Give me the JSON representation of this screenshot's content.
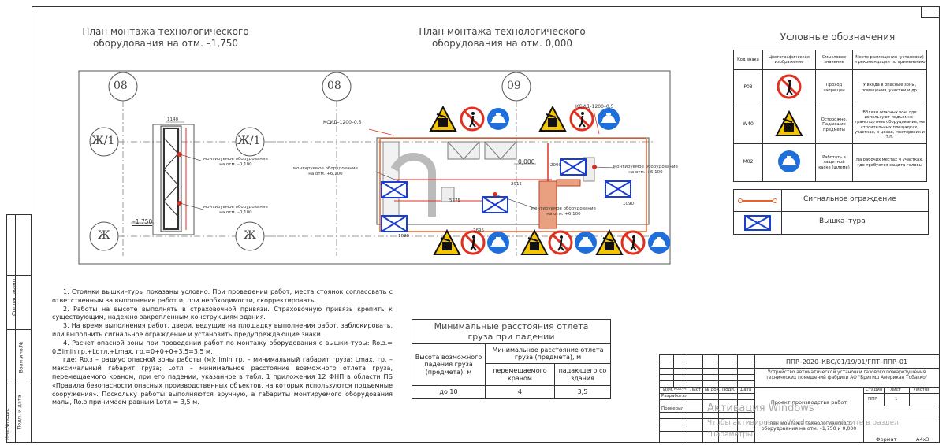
{
  "plan_left_title": [
    "План монтажа технологического",
    "оборудования на отм. –1,750"
  ],
  "plan_right_title": [
    "План монтажа технологического",
    "оборудования на отм. 0,000"
  ],
  "axes": {
    "a08_left": "08",
    "a08": "08",
    "a09": "09",
    "zh1_left": "Ж/1",
    "zh1": "Ж/1",
    "zh_left": "Ж",
    "zh": "Ж"
  },
  "plan_labels": {
    "dim_1140": "1140",
    "mount_1": [
      "монтируемое оборудование",
      "на отм. –0,100"
    ],
    "mount_2": [
      "монтируемое оборудование",
      "на отм. –0,100"
    ],
    "mount_3": [
      "монтируемое оборудование",
      "на отм. +6,100"
    ],
    "mount_4": [
      "монтируемое оборудование",
      "на отм. +6,100"
    ],
    "mount_5": [
      "монтируемое оборудование",
      "на отм. +6,100"
    ],
    "level_neg": "–1,750",
    "level_zero": "0,000",
    "ksid_1": "КСИД–1200–0,5",
    "ksid_2": "КСИД–1200–0,5",
    "dims": [
      "2915",
      "2090",
      "5275",
      "1690",
      "1090",
      "7695"
    ]
  },
  "legend": {
    "title": "Условные обозначения",
    "headers": [
      "Код знака",
      "Цветографическое изображение",
      "Смысловое значение",
      "Место размещения (установки) и рекомендации по применению"
    ],
    "rows": [
      {
        "code": "P03",
        "meaning": "Проход запрещен",
        "place": "У входа в опасные зоны, помещения, участки и др.",
        "icon": "no-entry-icon"
      },
      {
        "code": "W40",
        "meaning": "Осторожно. Падающие предметы",
        "place": "Вблизи опасных зон, где используют подъемно–транспортное оборудование, на строительных площадках, участках, в цехах, мастерских и т.п.",
        "icon": "falling-objects-icon"
      },
      {
        "code": "M02",
        "meaning": "Работать в защитной каске (шлеме)",
        "place": "На рабочих местах и участках, где требуется защита головы",
        "icon": "helmet-icon"
      }
    ],
    "fence_label": "Сигнальное ограждение",
    "tower_label": "Вышка–тура"
  },
  "notes": [
    "1. Стоянки вышки–туры показаны условно. При проведении работ, места стоянок согласовать с ответственным за выполнение работ и, при необходимости, скорректировать.",
    "2. Работы на высоте выполнять в страховочной привязи. Страховочную привязь крепить к существующим, надежно закрепленным конструкциям здания.",
    "3. На время выполнения работ, двери, ведущие на площадку выполнения работ, заблокировать, или выполнить сигнальное ограждение и установить предупреждающие знаки.",
    "4. Расчет опасной зоны при проведении работ по монтажу оборудования с вышки–туры: Ro.з.= 0,5lmin гр.+Lотл.+Lmax. гр.=0+0+0+3,5=3,5 м,",
    "где: Ro.з – радиус опасной зоны работы (м); lmin гр. – минимальный габарит груза; Lmax. гр. – максимальный габарит груза; Lотл – минимальное расстояние возможного отлета груза, перемещаемого краном, при его падении, указанное в табл. 1 приложения 12 ФНП в области ПБ «Правила безопасности опасных производственных объектов, на которых используются подъемные сооружения». Поскольку работы выполняются вручную, а габариты монтируемого оборудования малы, Ro.з принимаем равным Lотл = 3,5 м."
  ],
  "min_table": {
    "title": [
      "Минимальные расстояния отлета",
      "груза при падении"
    ],
    "h_height": "Высота возможного падения груза (предмета), м",
    "h_group": "Минимальное расстояние отлета груза (предмета), м",
    "h_crane": "перемещаемого краном",
    "h_building": "падающего со здания",
    "row": {
      "height": "до 10",
      "crane": "4",
      "building": "3,5"
    }
  },
  "stamp": {
    "code": "ППР–2020–КВС/01/19/01/ГПТ–ППР–01",
    "object": "Устройство автоматической установки газового пожаротушения технических помещений фабрики АО \"Бритиш Американ Тобакко\"",
    "cols": [
      "Изм.",
      "Кол.уч",
      "Лист",
      "№ док.",
      "Подп.",
      "Дата"
    ],
    "developed": "Разработал",
    "checked": "Проверил",
    "project": "Проект производства работ",
    "stage_h": "Стадия",
    "sheet_h": "Лист",
    "sheets_h": "Листов",
    "stage": "ППР",
    "sheet": "1",
    "sheets": "",
    "drawing": "План монтажа технологического оборудования на отм. –1,750 и 0,000",
    "format_label": "Формат",
    "format": "A4x3"
  },
  "side_stamp": [
    "Инв.№подл.",
    "Подп. и дата",
    "Взам.инв.№",
    "Согласовано"
  ],
  "watermark": {
    "title": "Активация Windows",
    "text": "Чтобы активировать Windows, перейдите в раздел",
    "text2": "\"Параметры\"."
  },
  "colors": {
    "border": "#333333",
    "plan": "#555555",
    "red": "#e03020",
    "blue": "#1e6fd9",
    "yellow": "#f5c400",
    "signal": "#e8622a"
  }
}
